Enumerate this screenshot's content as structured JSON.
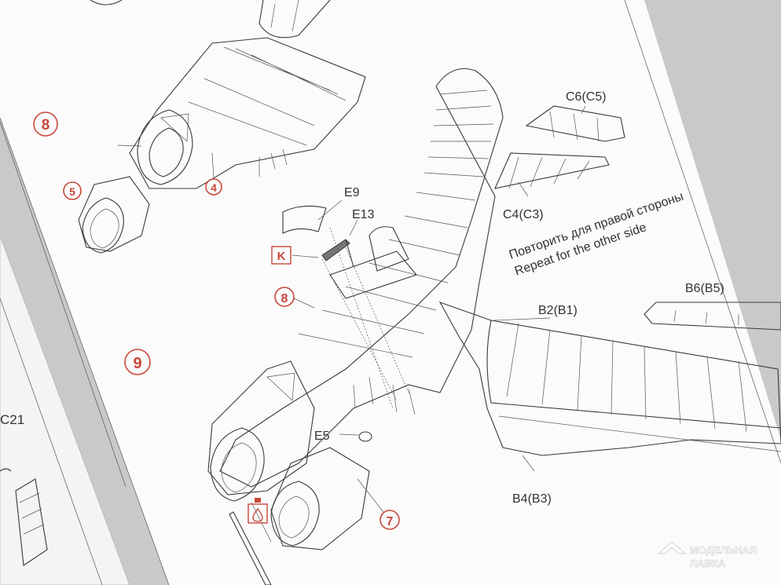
{
  "steps": {
    "step8": "8",
    "step9": "9"
  },
  "callouts": {
    "part5": "5",
    "part4": "4",
    "part8": "8",
    "part7": "7",
    "k_box": "K"
  },
  "parts": {
    "e9": "E9",
    "e13": "E13",
    "e5": "E5",
    "c6": "C6(C5)",
    "c4": "C4(C3)",
    "b2": "B2(B1)",
    "b6": "B6(B5)",
    "b4": "B4(B3)",
    "c21": "C21"
  },
  "note": {
    "ru": "Повторить для правой стороны",
    "en": "Repeat for the other side"
  },
  "watermark": {
    "line1": "МОДЕЛЬНАЯ",
    "line2": "ЛАВКА"
  },
  "colors": {
    "accent": "#c8473a",
    "paper": "#fbfbfb",
    "ink": "#3a3a3a"
  }
}
